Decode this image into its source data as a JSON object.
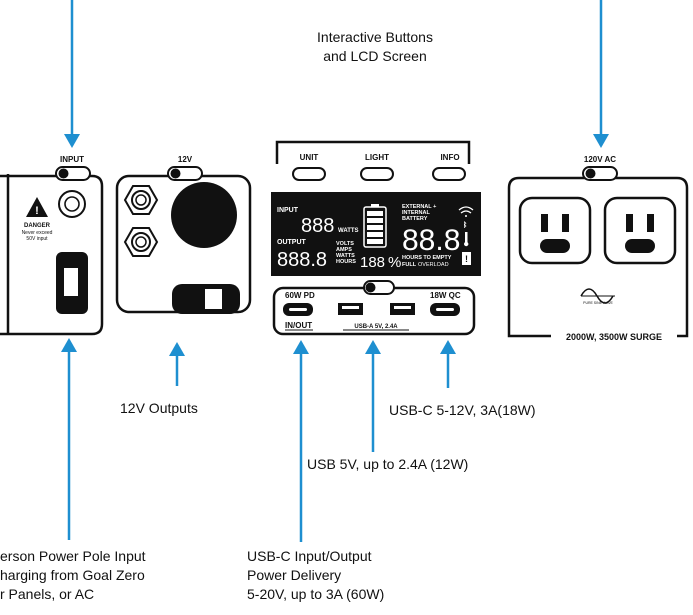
{
  "callouts": {
    "buttons_lcd": [
      "Interactive Buttons",
      "and LCD Screen"
    ],
    "outputs_12v": "12V Outputs",
    "usbc_qc": "USB-C 5-12V, 3A(18W)",
    "usb_5v": "USB 5V, up to 2.4A (12W)",
    "usbc_pd": [
      "USB-C Input/Output",
      "Power Delivery",
      "5-20V, up to 3A (60W)"
    ],
    "anderson": [
      "erson Power Pole Input",
      "harging from Goal Zero",
      "r Panels, or AC"
    ]
  },
  "input_panel": {
    "title": "INPUT",
    "danger_title": "DANGER",
    "danger_lines": [
      "Never exceed",
      "50V  input"
    ]
  },
  "panel_12v": {
    "title": "12V"
  },
  "center_panel": {
    "buttons": [
      "UNIT",
      "LIGHT",
      "INFO"
    ],
    "lcd": {
      "input_label": "INPUT",
      "input_value": "888",
      "watts_unit": "WATTS",
      "output_label": "OUTPUT",
      "output_value": "888.8",
      "units": [
        "VOLTS",
        "AMPS",
        "WATTS",
        "HOURS"
      ],
      "percent_value": "188",
      "percent_sign": "%",
      "battery_labels": [
        "EXTERNAL +",
        "INTERNAL",
        "BATTERY"
      ],
      "big_value": "88.8",
      "hours_label": "HOURS TO EMPTY",
      "full_label": "FULL",
      "overload_label": "OVERLOAD"
    },
    "port_labels": {
      "pd": "60W PD",
      "in_out": "IN/OUT",
      "usba": "USB-A 5V, 2.4A",
      "qc": "18W QC"
    }
  },
  "ac_panel": {
    "title": "120V AC",
    "logo_text": "PURE SINE WAVE",
    "rating": "2000W, 3500W SURGE"
  }
}
